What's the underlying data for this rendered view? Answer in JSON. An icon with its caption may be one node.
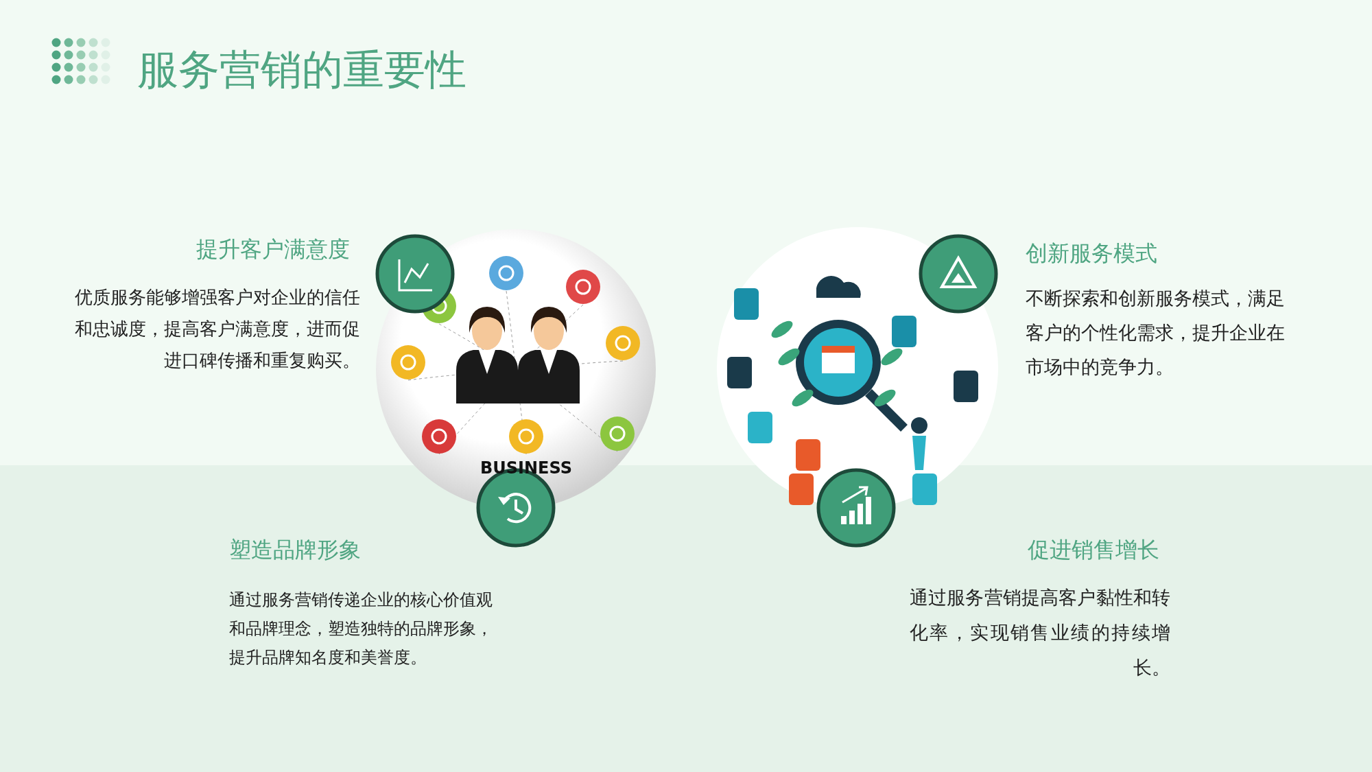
{
  "diagram": {
    "title": "服务营销的重要性",
    "labels": [
      "提升客户满意度",
      "优质服务能够增强客户对企业的信任和忠诚度，提高客户满意度，进而促进口碑传播和重复购买。",
      "创新服务模式",
      "不断探索和创新服务模式，满足客户的个性化需求，提升企业在市场中的竞争力。",
      "塑造品牌形象",
      "通过服务营销传递企业的核心价值观和品牌理念，塑造独特的品牌形象，提升品牌知名度和美誉度。",
      "促进销售增长",
      "通过服务营销提高客户黏性和转化率，实现销售业绩的持续增长。",
      "BUSINESS"
    ]
  }
}
